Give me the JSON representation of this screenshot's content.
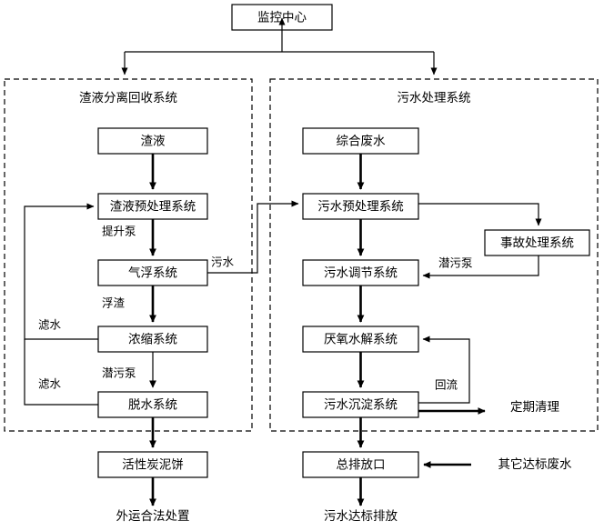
{
  "diagram": {
    "title_box": {
      "label": "监控中心"
    },
    "panels": [
      {
        "id": "slag",
        "title": "渣液分离回收系统"
      },
      {
        "id": "sewage",
        "title": "污水处理系统"
      }
    ],
    "nodes": [
      {
        "id": "monitor",
        "label": "监控中心"
      },
      {
        "id": "slag_liquid",
        "label": "渣液"
      },
      {
        "id": "slag_pre",
        "label": "渣液预处理系统"
      },
      {
        "id": "flotation",
        "label": "气浮系统"
      },
      {
        "id": "concentrate",
        "label": "浓缩系统"
      },
      {
        "id": "dewater",
        "label": "脱水系统"
      },
      {
        "id": "carbon_cake",
        "label": "活性炭泥饼"
      },
      {
        "id": "comp_waste",
        "label": "综合废水"
      },
      {
        "id": "sewage_pre",
        "label": "污水预处理系统"
      },
      {
        "id": "accident",
        "label": "事故处理系统"
      },
      {
        "id": "sewage_adjust",
        "label": "污水调节系统"
      },
      {
        "id": "anaerobic",
        "label": "厌氧水解系统"
      },
      {
        "id": "sediment",
        "label": "污水沉淀系统"
      },
      {
        "id": "outlet",
        "label": "总排放口"
      }
    ],
    "edge_labels": {
      "lift_pump": "提升泵",
      "sewage_back": "污水",
      "scum": "浮渣",
      "filtrate_1": "滤水",
      "filtrate_2": "滤水",
      "submersible_pump_left": "潜污泵",
      "submersible_pump_right": "潜污泵",
      "reflux": "回流"
    },
    "terminals": {
      "offsite_disposal": "外运合法处置",
      "periodic_cleaning": "定期清理",
      "other_compliant_waste": "其它达标废水",
      "compliant_discharge": "污水达标排放"
    },
    "colors": {
      "stroke": "#000000",
      "fill": "#ffffff",
      "background": "#ffffff"
    }
  }
}
